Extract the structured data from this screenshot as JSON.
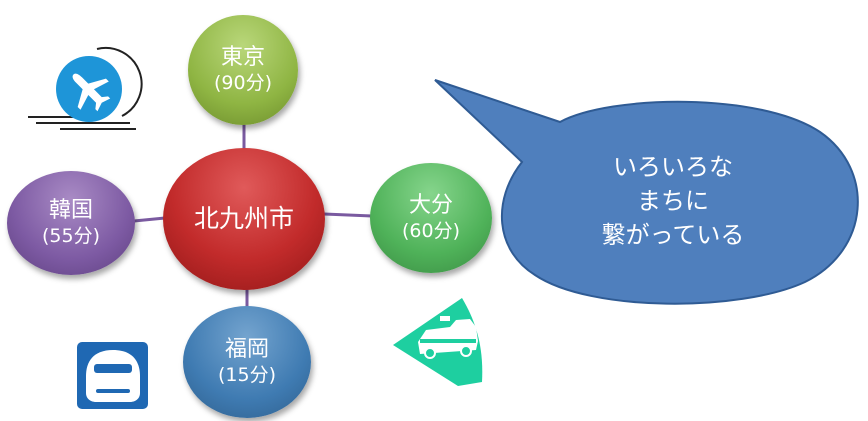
{
  "center": {
    "name": "北九州市"
  },
  "destinations": [
    {
      "id": "tokyo",
      "name": "東京",
      "time": "(90分)"
    },
    {
      "id": "oita",
      "name": "大分",
      "time": "(60分)"
    },
    {
      "id": "korea",
      "name": "韓国",
      "time": "(55分)"
    },
    {
      "id": "fukuoka",
      "name": "福岡",
      "time": "(15分)"
    }
  ],
  "bubble": {
    "lines": [
      "いろいろな",
      "まちに",
      "繋がっている"
    ]
  },
  "icons": [
    "airplane-icon",
    "bullet-train-icon",
    "taxi-icon"
  ],
  "colors": {
    "center": "#c22b2b",
    "tokyo": "#8fb543",
    "oita": "#4fb259",
    "korea": "#7d5aa3",
    "fukuoka": "#3f7bb2",
    "connector": "#7a5aa0",
    "bubble": "#4f7fbd",
    "airplane": "#1e95d8",
    "train": "#1f68b3",
    "taxi": "#1ecfa0"
  }
}
